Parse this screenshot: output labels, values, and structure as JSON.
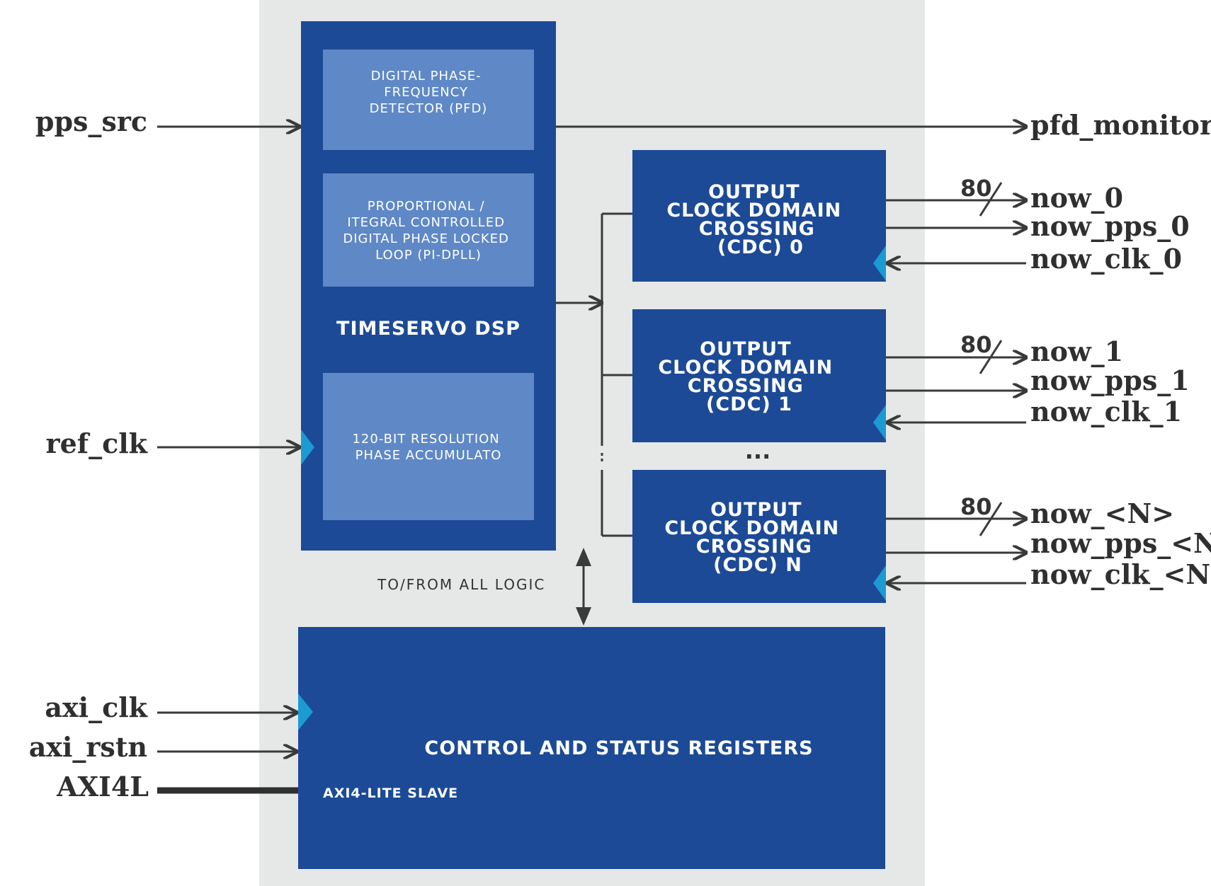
{
  "colors": {
    "background": "#e6e7e7",
    "block_dark": "#1c4a96",
    "block_light": "#5f88c6",
    "clock_marker": "#1b9bd1",
    "wire": "#3a3a3a"
  },
  "inputs": {
    "pps_src": "pps_src",
    "ref_clk": "ref_clk",
    "axi_clk": "axi_clk",
    "axi_rstn": "axi_rstn",
    "axi4l": "AXI4L"
  },
  "outputs": {
    "pfd_monitor": "pfd_monitor",
    "cdc0": {
      "now": "now_0",
      "now_pps": "now_pps_0",
      "now_clk": "now_clk_0",
      "width": "80"
    },
    "cdc1": {
      "now": "now_1",
      "now_pps": "now_pps_1",
      "now_clk": "now_clk_1",
      "width": "80"
    },
    "cdcN": {
      "now": "now_<N>",
      "now_pps": "now_pps_<N>",
      "now_clk": "now_clk_<N>",
      "width": "80"
    }
  },
  "timeservo": {
    "title": "TIMESERVO DSP",
    "pfd": [
      "DIGITAL PHASE-",
      "FREQUENCY",
      "DETECTOR (PFD)"
    ],
    "pidpll": [
      "PROPORTIONAL /",
      "ITEGRAL CONTROLLED",
      "DIGITAL PHASE LOCKED",
      "LOOP (PI-DPLL)"
    ],
    "accumulator": [
      "120-BIT RESOLUTION",
      "PHASE ACCUMULATO"
    ]
  },
  "cdc_blocks": [
    [
      "OUTPUT",
      "CLOCK DOMAIN",
      "CROSSING",
      "(CDC) 0"
    ],
    [
      "OUTPUT",
      "CLOCK DOMAIN",
      "CROSSING",
      "(CDC)  1"
    ],
    [
      "OUTPUT",
      "CLOCK DOMAIN",
      "CROSSING",
      "(CDC) N"
    ]
  ],
  "ellipsis": "...",
  "bus_label": "TO/FROM ALL LOGIC",
  "csr": {
    "title": "CONTROL AND STATUS REGISTERS",
    "subtitle": "AXI4-LITE SLAVE"
  }
}
